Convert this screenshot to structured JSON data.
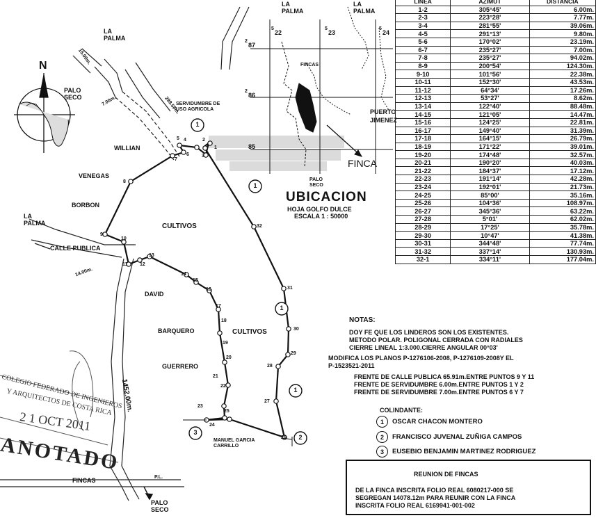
{
  "table": {
    "headers": [
      "LINEA",
      "AZIMUT",
      "DISTANCIA"
    ],
    "rows": [
      [
        "1-2",
        "305°45'",
        "6.00m."
      ],
      [
        "2-3",
        "223°28'",
        "7.77m."
      ],
      [
        "3-4",
        "281°55'",
        "39.06m."
      ],
      [
        "4-5",
        "291°13'",
        "9.80m."
      ],
      [
        "5-6",
        "170°02'",
        "23.19m."
      ],
      [
        "6-7",
        "235°27'",
        "7.00m."
      ],
      [
        "7-8",
        "235°27'",
        "94.02m."
      ],
      [
        "8-9",
        "200°54'",
        "124.30m."
      ],
      [
        "9-10",
        "101°56'",
        "22.38m."
      ],
      [
        "10-11",
        "152°30'",
        "43.53m."
      ],
      [
        "11-12",
        "64°34'",
        "17.26m."
      ],
      [
        "12-13",
        "53°27'",
        "8.62m."
      ],
      [
        "13-14",
        "122°40'",
        "88.48m."
      ],
      [
        "14-15",
        "121°05'",
        "14.47m."
      ],
      [
        "15-16",
        "124°25'",
        "22.81m."
      ],
      [
        "16-17",
        "149°40'",
        "31.39m."
      ],
      [
        "17-18",
        "164°15'",
        "26.79m."
      ],
      [
        "18-19",
        "171°22'",
        "39.01m."
      ],
      [
        "19-20",
        "174°48'",
        "32.57m."
      ],
      [
        "20-21",
        "190°20'",
        "40.03m."
      ],
      [
        "21-22",
        "184°37'",
        "17.12m."
      ],
      [
        "22-23",
        "191°14'",
        "42.28m."
      ],
      [
        "23-24",
        "192°01'",
        "21.73m."
      ],
      [
        "24-25",
        "85°00'",
        "35.16m."
      ],
      [
        "25-26",
        "104°36'",
        "108.97m."
      ],
      [
        "26-27",
        "345°36'",
        "63.22m."
      ],
      [
        "27-28",
        "5°01'",
        "62.02m."
      ],
      [
        "28-29",
        "17°25'",
        "35.78m."
      ],
      [
        "29-30",
        "10°47'",
        "41.38m."
      ],
      [
        "30-31",
        "344°48'",
        "77.74m."
      ],
      [
        "31-32",
        "337°14'",
        "130.93m."
      ],
      [
        "32-1",
        "334°11'",
        "177.04m."
      ]
    ]
  },
  "map": {
    "north": "N",
    "labels": {
      "la_palma_top": "LA\nPALMA",
      "la_palma_left_top": "LA\nPALMA",
      "la_palma_left": "LA\nPALMA",
      "palo_seco_top": "PALO\nSECO",
      "palo_seco_bottom": "PALO\nSECO",
      "servidumbre": "SERVIDUMBRE DE\nUSO AGRICOLA",
      "willian": "WILLIAN",
      "venegas": "VENEGAS",
      "borbon": "BORBON",
      "calle_publica": "CALLE PUBLICA",
      "cultivos_1": "CULTIVOS",
      "cultivos_2": "CULTIVOS",
      "david": "DAVID",
      "barquero": "BARQUERO",
      "guerrero": "GUERRERO",
      "manuel": "MANUEL GARCIA\nCARRILLO",
      "fincas_bottom": "FINCAS",
      "pl": "P.L.",
      "dim_15": "15.00m.",
      "dim_7": "7.00m.",
      "dim_299": "299.58m.",
      "dim_14": "14.00m.",
      "dim_1452": "1452.00m.",
      "stamp_line1": "COLEGIO FEDERADO DE INGENIEROS",
      "stamp_line2": "Y ARQUITECTOS DE COSTA RICA",
      "stamp_date": "2 1 OCT 2011",
      "anotado": "ANOTADO"
    },
    "points": [
      "1",
      "2",
      "3",
      "4",
      "5",
      "6",
      "7",
      "8",
      "9",
      "10",
      "11",
      "12",
      "13",
      "14",
      "15",
      "16",
      "17",
      "18",
      "19",
      "20",
      "21",
      "22",
      "23",
      "24",
      "25",
      "26",
      "27",
      "28",
      "29",
      "30",
      "31",
      "32"
    ],
    "owner_markers": [
      "1",
      "1",
      "1",
      "1",
      "1",
      "2",
      "3"
    ]
  },
  "location": {
    "la_palma_1": "LA\nPALMA",
    "la_palma_2": "LA\nPALMA",
    "grid_22": "22",
    "grid_23": "23",
    "grid_24": "24",
    "grid_87": "87",
    "grid_86": "86",
    "grid_85": "85",
    "grid_sup": "5",
    "grid_sup_row": "2",
    "fincas": "FINCAS",
    "puerto": "PUERTO\nJIMENEZ",
    "finca": "FINCA",
    "palo_seco": "PALO\nSECO",
    "title": "UBICACION",
    "sheet": "HOJA GOLFO DULCE",
    "scale": "ESCALA 1 : 50000"
  },
  "notes": {
    "heading": "NOTAS:",
    "line1": "DOY FE QUE LOS LINDEROS SON LOS EXISTENTES.",
    "line2": "METODO POLAR. POLIGONAL CERRADA CON RADIALES",
    "line3": "CIERRE LINEAL 1:3.000.CIERRE ANGULAR 00°03'",
    "modifica1": "MODIFICA  LOS PLANOS P-1276106-2008, P-1276109-2008Y EL",
    "modifica2": "P-1523521-2011",
    "frente1": "FRENTE DE CALLE PUBLICA 65.91m.ENTRE PUNTOS 9 Y 11",
    "frente2": "FRENTE DE SERVIDUMBRE  6.00m.ENTRE PUNTOS 1 Y 2",
    "frente3": "FRENTE DE SERVIDUMBRE  7.00m.ENTRE PUNTOS 6 Y 7",
    "colindante": "COLINDANTE:",
    "owners": [
      {
        "num": "1",
        "name": "OSCAR CHACON MONTERO"
      },
      {
        "num": "2",
        "name": "FRANCISCO JUVENAL ZUÑIGA CAMPOS"
      },
      {
        "num": "3",
        "name": "EUSEBIO BENJAMIN MARTINEZ RODRIGUEZ"
      }
    ],
    "reunion_title": "REUNION DE FINCAS",
    "reunion1": "DE LA FINCA INSCRITA FOLIO REAL 6080217-000 SE",
    "reunion2": "SEGREGAN 14078.12m  PARA REUNIR CON  LA FINCA",
    "reunion3": "INSCRITA FOLIO REAL 6169941-001-002"
  }
}
